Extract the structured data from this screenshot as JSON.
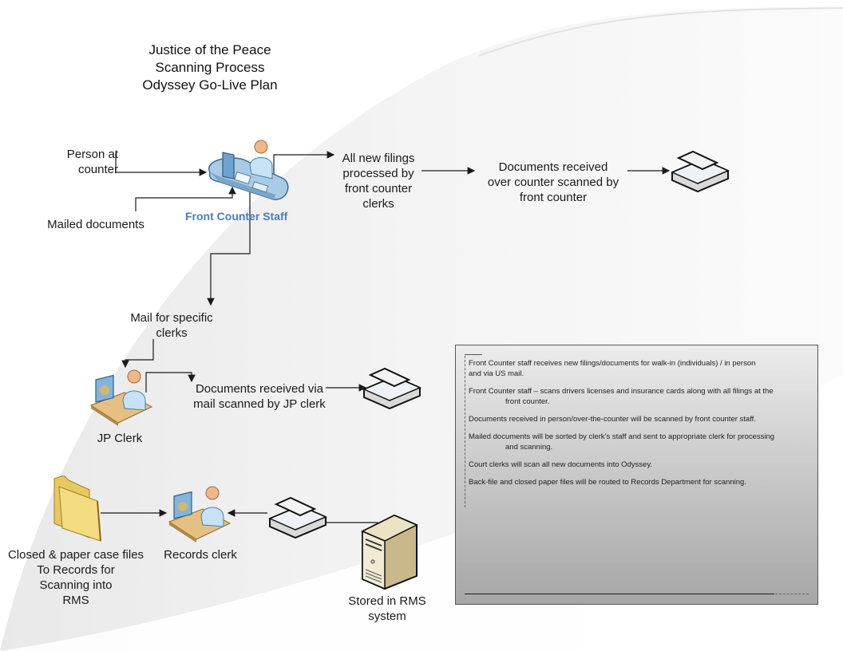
{
  "title": {
    "lines": [
      "Justice of the Peace",
      "Scanning Process",
      "Odyssey Go-Live Plan"
    ]
  },
  "inputs": {
    "person_at_counter": "Person at\ncounter",
    "mailed_documents": "Mailed documents"
  },
  "front_counter": {
    "label": "Front Counter Staff",
    "label_color": "#4a7ec0",
    "icon": "front-counter-desk-icon",
    "step1": "All new filings\nprocessed by\nfront counter\nclerks",
    "step2": "Documents received\nover counter scanned by\nfront counter",
    "scanner_icon": "scanner-icon"
  },
  "jp_clerk": {
    "incoming": "Mail for specific\nclerks",
    "label": "JP Clerk",
    "icon": "clerk-workstation-icon",
    "step": "Documents received via\nmail scanned by JP clerk",
    "scanner_icon": "scanner-icon"
  },
  "records": {
    "folder_label": "Closed & paper case files\nTo Records for\nScanning into\nRMS",
    "folder_icon": "folder-icon",
    "clerk_label": "Records clerk",
    "clerk_icon": "clerk-workstation-icon",
    "scanner_icon": "scanner-icon",
    "server_icon": "server-icon",
    "server_label": "Stored in RMS\nsystem"
  },
  "notes": [
    {
      "first": "Front Counter staff receives new filings/documents for walk-in (individuals) / in person",
      "cont": " and via US mail.",
      "indent": false
    },
    {
      "first": "Front Counter staff – scans drivers licenses and insurance cards along with all filings at the",
      "cont": "front counter.",
      "indent": true
    },
    {
      "first": "Documents received in person/over-the-counter will be scanned by front counter staff.",
      "cont": "",
      "indent": false
    },
    {
      "first": "Mailed documents will be sorted by clerk’s staff and sent to appropriate clerk for processing",
      "cont": "and scanning.",
      "indent": true
    },
    {
      "first": "Court clerks will scan all new documents into Odyssey.",
      "cont": "",
      "indent": false
    },
    {
      "first": "Back-file and closed paper files will be routed to Records Department for scanning.",
      "cont": "",
      "indent": false
    }
  ],
  "colors": {
    "connector": "#1a1a1a",
    "notes_border": "#555555"
  }
}
